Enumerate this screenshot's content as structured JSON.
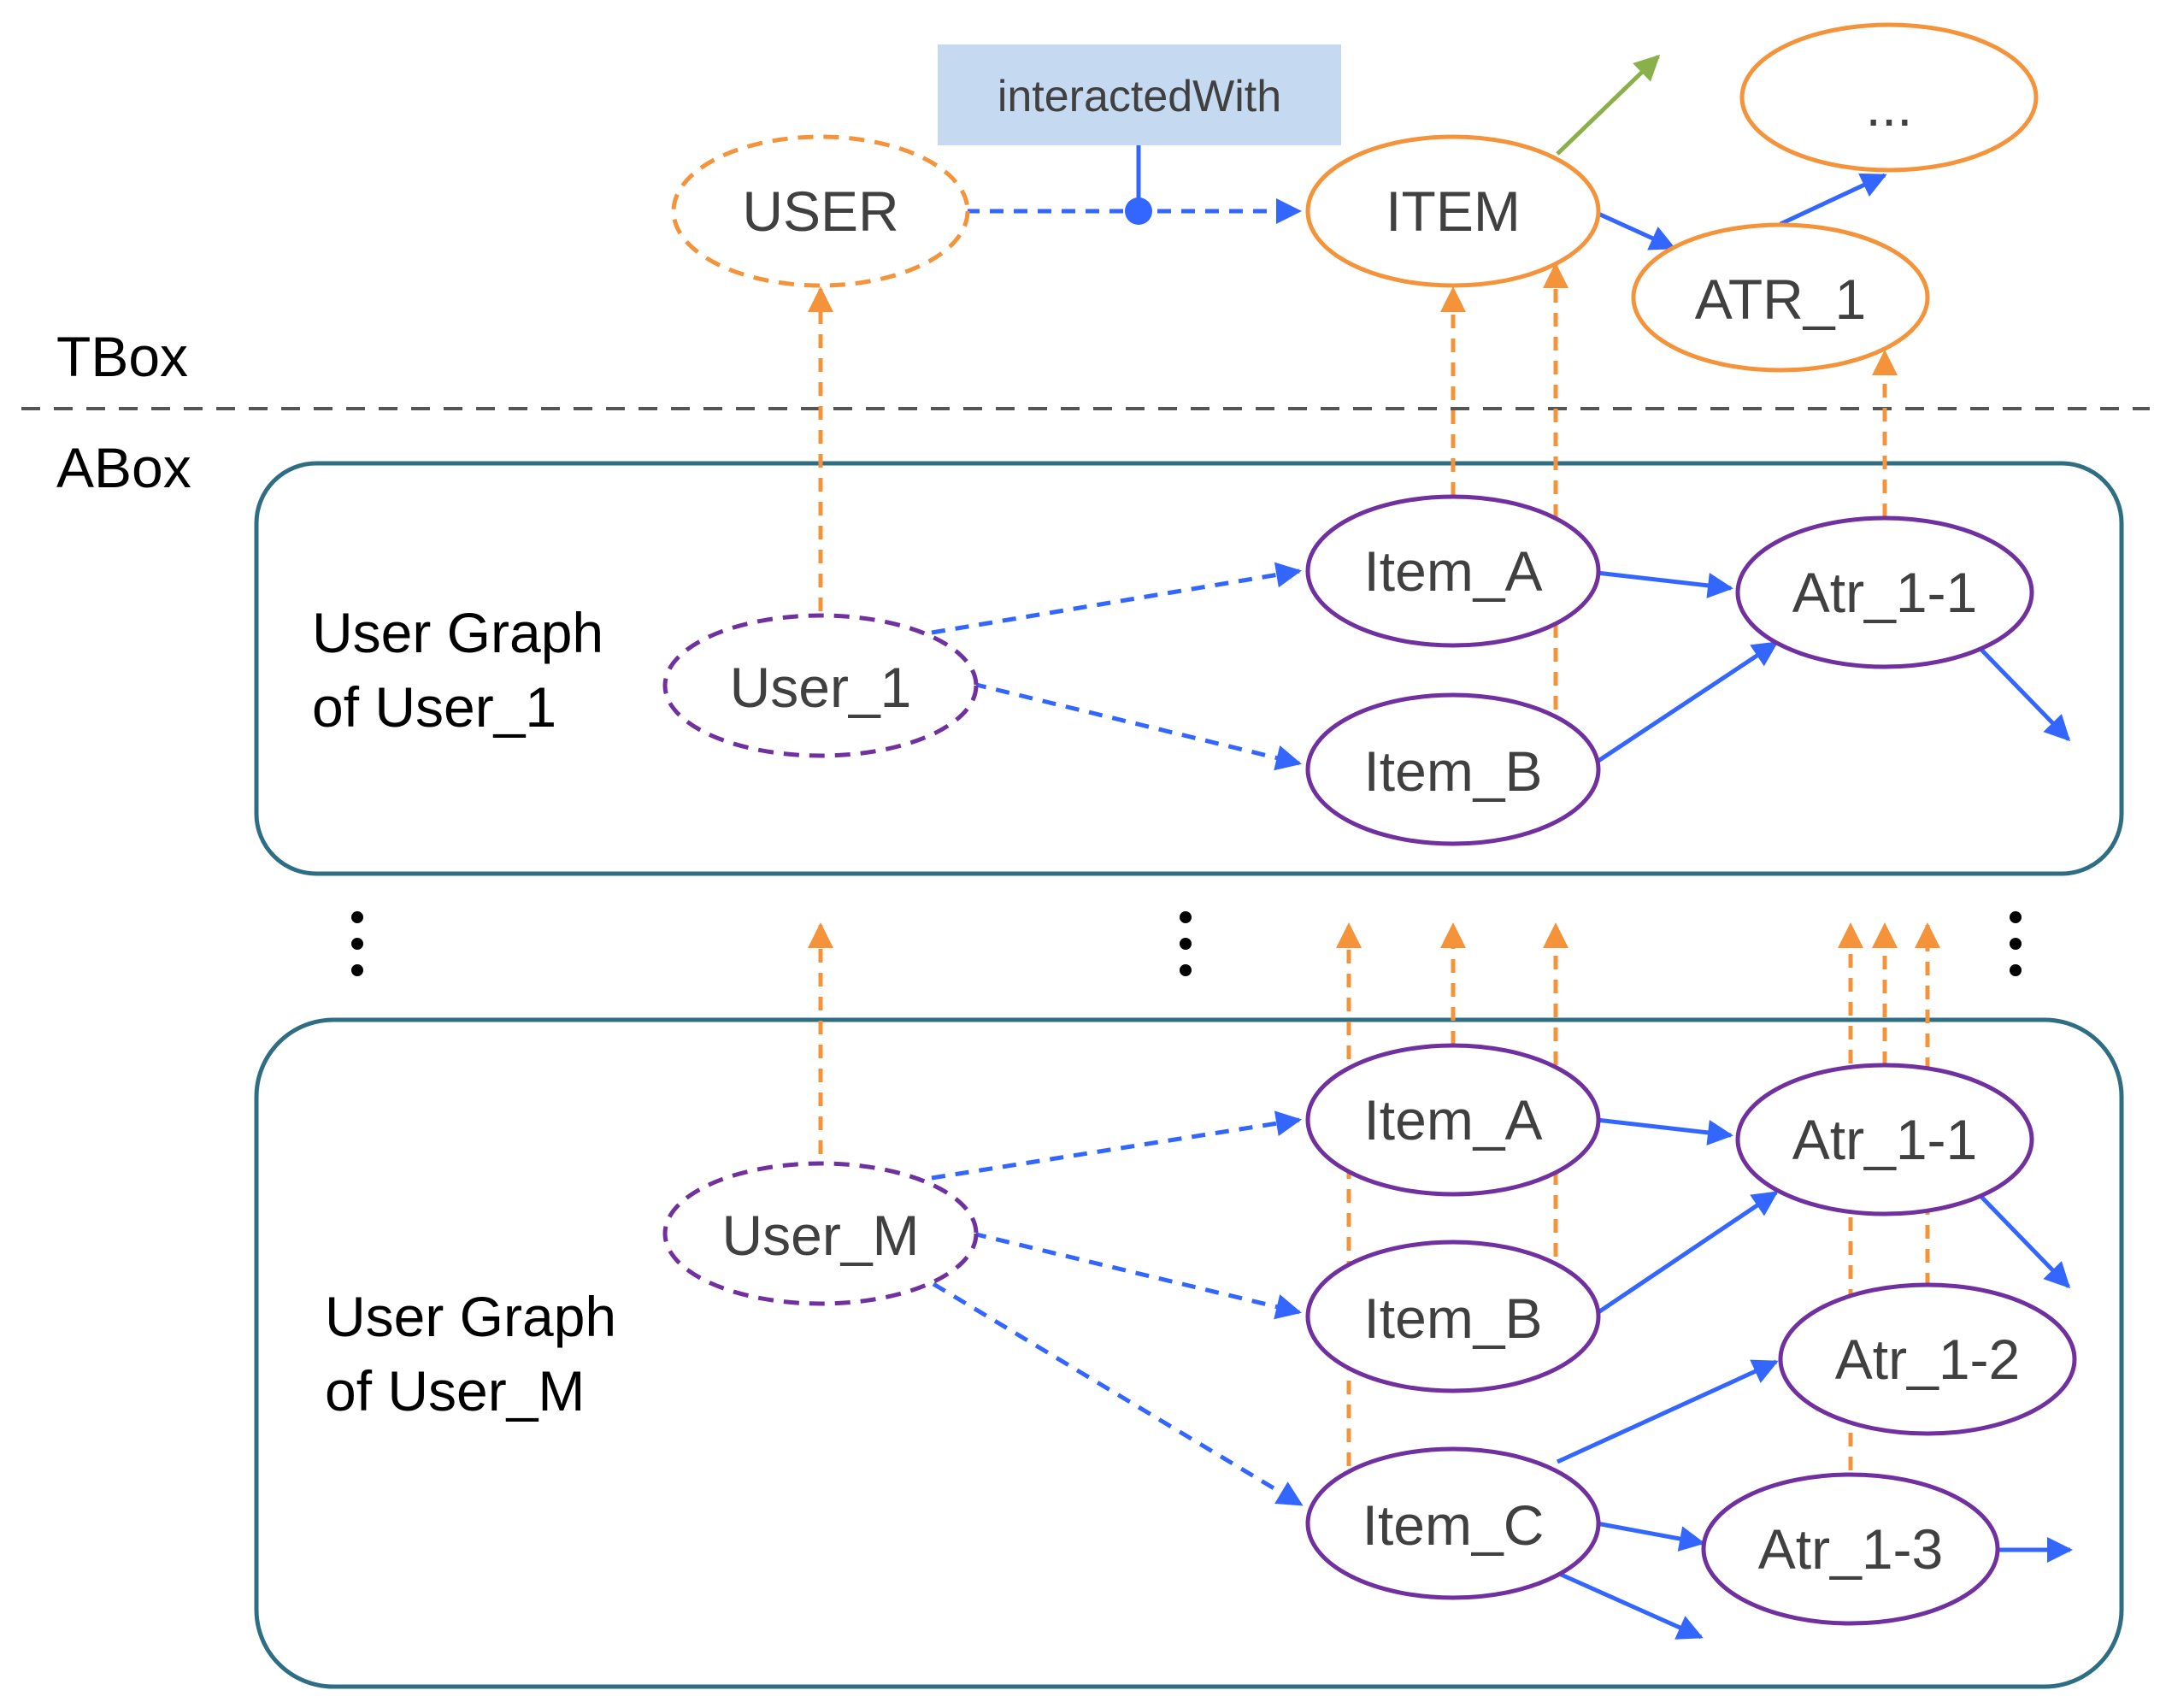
{
  "layers": {
    "tbox": "TBox",
    "abox": "ABox"
  },
  "tbox": {
    "user": "USER",
    "item": "ITEM",
    "attribute": "ATR_1",
    "more": "...",
    "relation_label": "interactedWith"
  },
  "user_graph_1": {
    "caption_line1": "User Graph",
    "caption_line2": "of User_1",
    "user": "User_1",
    "item_a": "Item_A",
    "item_b": "Item_B",
    "attribute": "Atr_1-1"
  },
  "user_graph_m": {
    "caption_line1": "User Graph",
    "caption_line2": "of User_M",
    "user": "User_M",
    "item_a": "Item_A",
    "item_b": "Item_B",
    "item_c": "Item_C",
    "attr_1": "Atr_1-1",
    "attr_2": "Atr_1-2",
    "attr_3": "Atr_1-3"
  },
  "colors": {
    "concept_border": "#f4933a",
    "instance_border": "#7030a0",
    "relation_edge": "#3366ff",
    "type_edge": "#f4933a",
    "other_edge": "#8ab04a",
    "label_fill": "#c5d9f1",
    "graph_box": "#2e6e84",
    "divider": "#555555"
  }
}
